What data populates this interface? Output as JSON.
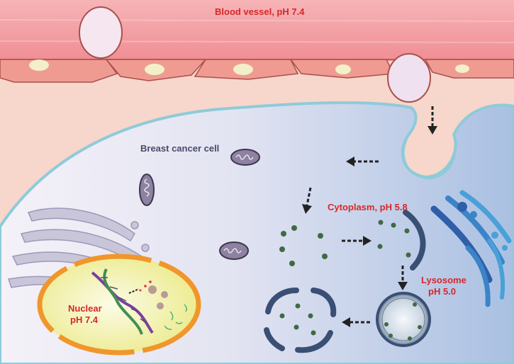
{
  "labels": {
    "blood_vessel": "Blood vessel, pH 7.4",
    "breast_cancer_cell": "Breast cancer cell",
    "cytoplasm": "Cytoplasm, pH 5.8",
    "lysosome_line1": "Lysosome",
    "lysosome_line2": "pH 5.0",
    "nuclear_line1": "Nuclear",
    "nuclear_line2": "pH 7.4"
  },
  "colors": {
    "vessel": "#f4a0a4",
    "vessel_line": "#c65b62",
    "cell_membrane": "#8ecbd9",
    "cytoplasm_light": "#f3f0f8",
    "cytoplasm_blue": "#a9c0e2",
    "nucleus_fill": "#f0ee9a",
    "nucleus_border": "#f0962a",
    "lysosome": "#3a4f74",
    "nanoparticle": "#bdb7b0",
    "nanoparticle_halo": "#f1bd54",
    "drug_dot": "#3f6a45",
    "label_red": "#d62828",
    "label_dark": "#4a4a6a"
  }
}
